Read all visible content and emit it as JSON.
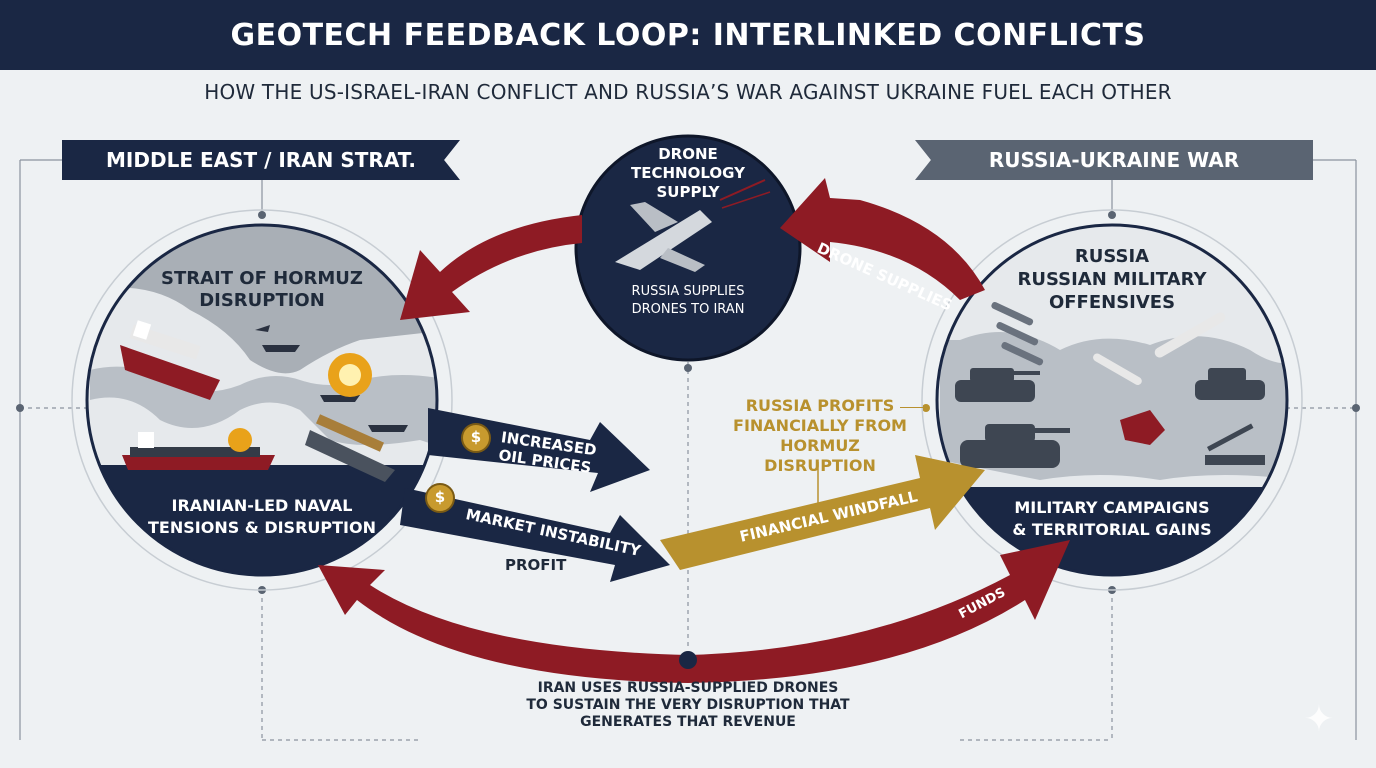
{
  "title": "GEOTECH FEEDBACK LOOP: INTERLINKED CONFLICTS",
  "subtitle": "HOW THE US-ISRAEL-IRAN CONFLICT AND RUSSIA’S WAR AGAINST UKRAINE FUEL EACH OTHER",
  "left_panel": {
    "banner": "MIDDLE EAST / IRAN STRAT.",
    "heading_line1": "STRAIT OF HORMUZ",
    "heading_line2": "DISRUPTION",
    "caption_line1": "IRANIAN-LED NAVAL",
    "caption_line2": "TENSIONS & DISRUPTION"
  },
  "right_panel": {
    "banner": "RUSSIA-UKRAINE WAR",
    "heading_line1": "RUSSIA",
    "heading_line2": "RUSSIAN MILITARY",
    "heading_line3": "OFFENSIVES",
    "caption_line1": "MILITARY CAMPAIGNS",
    "caption_line2": "& TERRITORIAL GAINS"
  },
  "center_node": {
    "heading_line1": "DRONE",
    "heading_line2": "TECHNOLOGY",
    "heading_line3": "SUPPLY",
    "caption_line1": "RUSSIA SUPPLIES",
    "caption_line2": "DRONES TO IRAN"
  },
  "arrows": {
    "drone_supplies": "DRONE SUPPLIES",
    "increased_line1": "INCREASED",
    "increased_line2": "OIL PRICES",
    "market_instability": "MARKET INSTABILITY",
    "profit": "PROFIT",
    "financial_windfall": "FINANCIAL WINDFALL",
    "funds": "FUNDS"
  },
  "callout": {
    "line1": "RUSSIA PROFITS",
    "line2": "FINANCIALLY FROM",
    "line3": "HORMUZ DISRUPTION"
  },
  "bottom_note": {
    "line1": "IRAN USES RUSSIA-SUPPLIED DRONES",
    "line2": "TO SUSTAIN THE VERY DISRUPTION THAT",
    "line3": "GENERATES THAT REVENUE"
  },
  "icons": {
    "dollar_symbol": "$",
    "watermark": "✦"
  },
  "colors": {
    "navy": "#1a2744",
    "red": "#8e1b24",
    "gold": "#b8912e",
    "gray": "#5a6472"
  }
}
